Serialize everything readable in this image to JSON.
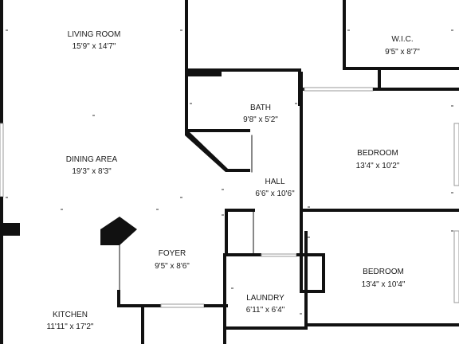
{
  "rooms": [
    {
      "id": "living-room",
      "name": "LIVING ROOM",
      "dims": "15'9\" x 14'7\""
    },
    {
      "id": "wic",
      "name": "W.I.C.",
      "dims": "9'5\" x 8'7\""
    },
    {
      "id": "bath",
      "name": "BATH",
      "dims": "9'8\" x 5'2\""
    },
    {
      "id": "dining-area",
      "name": "DINING AREA",
      "dims": "19'3\" x 8'3\""
    },
    {
      "id": "bedroom-1",
      "name": "BEDROOM",
      "dims": "13'4\" x 10'2\""
    },
    {
      "id": "hall",
      "name": "HALL",
      "dims": "6'6\" x 10'6\""
    },
    {
      "id": "foyer",
      "name": "FOYER",
      "dims": "9'5\" x 8'6\""
    },
    {
      "id": "bedroom-2",
      "name": "BEDROOM",
      "dims": "13'4\" x 10'4\""
    },
    {
      "id": "laundry",
      "name": "LAUNDRY",
      "dims": "6'11\" x 6'4\""
    },
    {
      "id": "kitchen",
      "name": "KITCHEN",
      "dims": "11'11\" x 17'2\""
    }
  ],
  "colors": {
    "wall": "#111111",
    "window": "#9a9a9a",
    "background": "#ffffff",
    "text": "#1a1a1a"
  }
}
